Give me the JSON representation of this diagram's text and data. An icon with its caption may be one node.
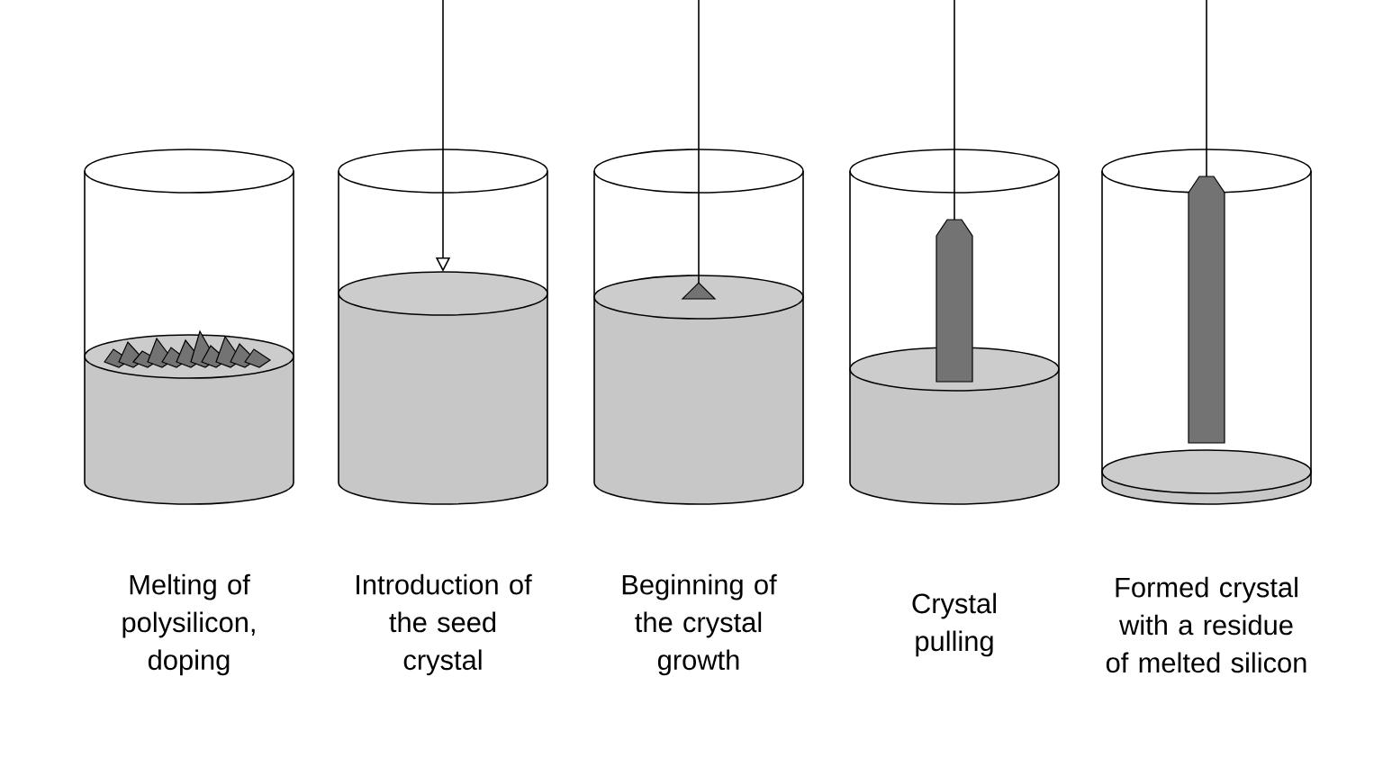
{
  "diagram": {
    "nodes": [
      {
        "text": [
          "Melting of polysilicon, doping"
        ]
      },
      {
        "text": [
          "Introduction of the seed crystal"
        ]
      },
      {
        "text": [
          "Beginning of the crystal growth"
        ]
      },
      {
        "text": [
          "Crystal pulling"
        ]
      },
      {
        "text": [
          "Formed crystal with a residue of melted silicon"
        ]
      }
    ]
  }
}
